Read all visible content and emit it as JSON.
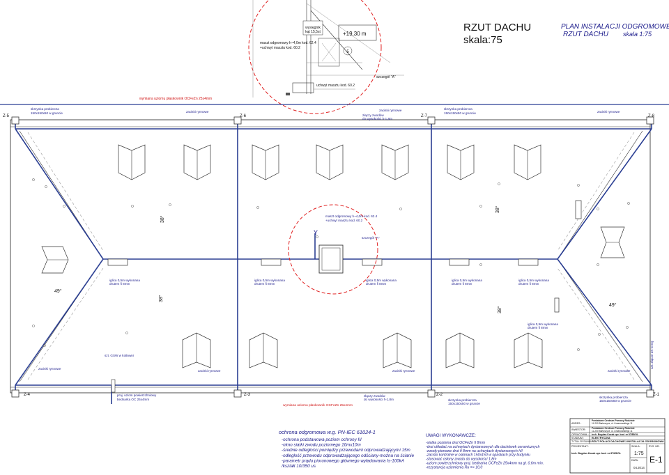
{
  "title": {
    "main": "RZUT  DACHU",
    "scale": "skala:75",
    "plan_title": "PLAN INSTALACJI ODGROMOWEJ",
    "plan_sub_left": "RZUT DACHU",
    "plan_sub_right": "skala 1:75"
  },
  "detail_top": {
    "label_iglica_a": "wysięgnik",
    "label_iglica_b": "kąt 15,5st",
    "mast_a": "maszt odgromowy  h~4,0m  kod.  62.4",
    "mast_b": "+uchwyt  masztu  kod.  60.2",
    "elevation": "+19,30 m",
    "point": "5",
    "holder": "uchwyt  masztu  kod.  60.2",
    "ref": "szczegół  \"A\""
  },
  "top_note": "wymiana uziomu płaskownik OCFeZn 25x4mm",
  "markers": {
    "z5": "Z-5",
    "z6": "Z-6",
    "z7": "Z-7",
    "z8": "Z-8",
    "z4": "Z-4",
    "z3": "Z-3",
    "z2": "Z-2",
    "z1": "Z-1"
  },
  "top_labels": {
    "box_left_a": "skrzynka probiercza",
    "box_left_b": "150x150x50 w gruncie",
    "clamp_1": "zaciski rynnowe",
    "clamp_2": "zaciski rynnowe",
    "closed_a": "złączy zwodów",
    "closed_b": "do wysokości h-1,8m",
    "box_right_a": "skrzynka probiercza",
    "box_right_b": "150x150x50 w gruncie",
    "clamp_3": "zaciski rynnowe"
  },
  "center_detail": {
    "mast_a": "maszt odgromowy  h~4,0m  kod.  62.4",
    "mast_b": "+uchwyt  masztu  kod.  60.2",
    "ref": "szczegół  \"A\"",
    "y": "Y"
  },
  "angles": {
    "a1": "38°",
    "a2": "38°",
    "a3": "38°",
    "a4": "38°",
    "left": "49°",
    "right": "49°"
  },
  "rods": {
    "l1": "iglica 0,5m wykonana",
    "l2": "drutem fi 8mm"
  },
  "side_labels": {
    "left_mid": "szt. GSW w kotłowni",
    "right_vertical": "szt. złącze ZK-3 EQ"
  },
  "bottom_labels": {
    "clamp_left": "zaciski rynnowe",
    "clamp_mid": "zaciski rynnowe",
    "clamp_mid2": "zaciski rynnowe",
    "clamp_right": "zaciski rynnowe",
    "earth_a": "proj. uziom powierzchniowy",
    "earth_b": "bednarka OC 25x4mm",
    "replace": "wymiana uziomu płaskownik OCFeZn 25x4mm",
    "closed_a": "złączy zwodów",
    "closed_b": "do wysokości h-1,8m",
    "box_a": "skrzynka probiercza",
    "box_b": "150x150x50 w gruncie",
    "box2_a": "skrzynka probiercza",
    "box2_b": "150x150x50 w gruncie"
  },
  "protection": {
    "title": "ochrona odgromowa w.g. PN-IEC 61024-1",
    "lines": [
      "-ochrona podstawowa poziom ochrony III",
      "-okno siatki zwodu poziomego 10mx10m",
      "-średnie odległości pomiędzy przewodami odprowadzającymi 15m",
      "-odległość przewodu odprowadzającego odściany-można na ścianie",
      "-parametr prądu piorunowego głównego wyładowania Is-100kA",
      " /kształt 10/350 us"
    ]
  },
  "notes": {
    "title": "UWAGI WYKONAWCZE:",
    "lines": [
      "-siatka pozioma drut OCFeZn fi 8mm",
      "-drut układać na uchwytach dystansowych dla dachówek ceramicznych",
      "-zwody pionowe drut fi 8mm na uchwytach dystansowych h/l",
      "-zaciski kontrolne w osłonach 150x150 w opaskach przy budynku",
      "-stosować osłony zwodu do wysokości 1,8m",
      "-uziom powierzchniowy proj. bednarka OCFeZn 25x4mm na gł. 0,6m min.",
      "-rezystancja uziemienia Ru =<  10,0"
    ]
  },
  "titleblock": {
    "adres_label": "ADRES :",
    "adres_a": "Powiatowe Centrum Pomocy Rodzinie",
    "adres_b": "11-200 Bartoszyce, ul. Limanowskiego 11",
    "inwestor_label": "INWESTOR :",
    "inwestor_a": "Powiatowe Centrum Pomocy Rodzinie",
    "inwestor_b": "11-200 Bartoszyce, ul. Limanowskiego 11",
    "opracowal_label": "OPRACOWAŁ :",
    "opracowal": "tech. Bogdan Kozak upr. bud. nr 87/85/OL",
    "stadium_label": "STADIUM :",
    "stadium": "ELEKTRYCZNA",
    "tytul_label": "TYTUŁ RYSUNKU :",
    "tytul": "RZUT POŁACI DACHOWEJ-INSTALACJA ODGROMOWA",
    "projektant_label": "PROJEKTANT :",
    "projektant": "tech. Bogdan Kozak upr. bud. nr 87/85/OL",
    "skala_label": "SKALA:",
    "skala": "1:75",
    "nr_label": "RYS. NR:",
    "nr": "E-1",
    "data_label": "DATA:",
    "data": "04.2014"
  }
}
